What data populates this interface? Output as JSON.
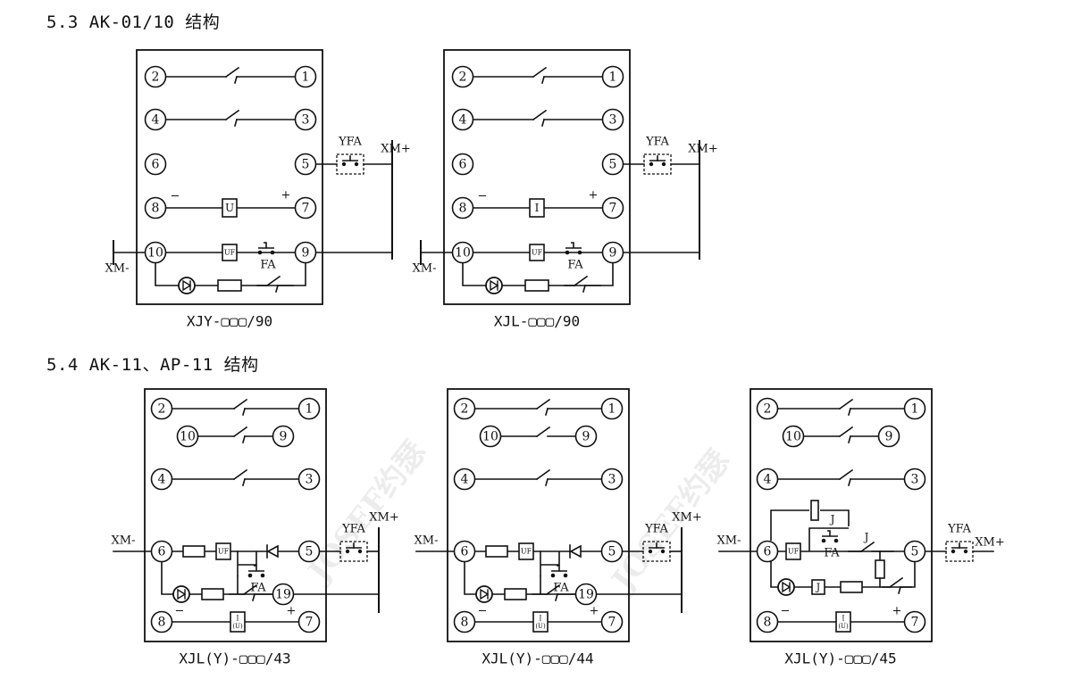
{
  "sections": {
    "s53": {
      "heading": "5.3 AK-01/10 结构"
    },
    "s54": {
      "heading": "5.4 AK-11、AP-11 结构"
    }
  },
  "diagrams": {
    "d1": {
      "caption": "XJY-▢▢▢/90",
      "meter": "U",
      "coil": "UF",
      "fa": "FA",
      "yfa": "YFA",
      "xm_plus": "XM+",
      "xm_minus": "XM-",
      "minus": "−",
      "plus": "+"
    },
    "d2": {
      "caption": "XJL-▢▢▢/90",
      "meter": "I",
      "coil": "UF",
      "fa": "FA",
      "yfa": "YFA",
      "xm_plus": "XM+",
      "xm_minus": "XM-",
      "minus": "−",
      "plus": "+"
    },
    "d3": {
      "caption": "XJL(Y)-▢▢▢/43",
      "coil": "UF",
      "fa": "FA",
      "yfa": "YFA",
      "xm_plus": "XM+",
      "xm_minus": "XM-",
      "minus": "−",
      "plus": "+",
      "meter_top": "I",
      "meter_bottom": "(U)"
    },
    "d4": {
      "caption": "XJL(Y)-▢▢▢/44",
      "coil": "UF",
      "fa": "FA",
      "yfa": "YFA",
      "xm_plus": "XM+",
      "xm_minus": "XM-",
      "minus": "−",
      "plus": "+",
      "meter_top": "I",
      "meter_bottom": "(U)"
    },
    "d5": {
      "caption": "XJL(Y)-▢▢▢/45",
      "coil": "UF",
      "fa": "FA",
      "yfa": "YFA",
      "xm_plus": "XM+",
      "xm_minus": "XM-",
      "minus": "−",
      "plus": "+",
      "meter_top": "I",
      "meter_bottom": "(U)",
      "relay_j": "J"
    }
  },
  "terminals": {
    "t1": "1",
    "t2": "2",
    "t3": "3",
    "t4": "4",
    "t5": "5",
    "t6": "6",
    "t7": "7",
    "t8": "8",
    "t9": "9",
    "t10": "10",
    "t19": "19"
  },
  "watermark": {
    "text": "JOSEF约瑟"
  }
}
